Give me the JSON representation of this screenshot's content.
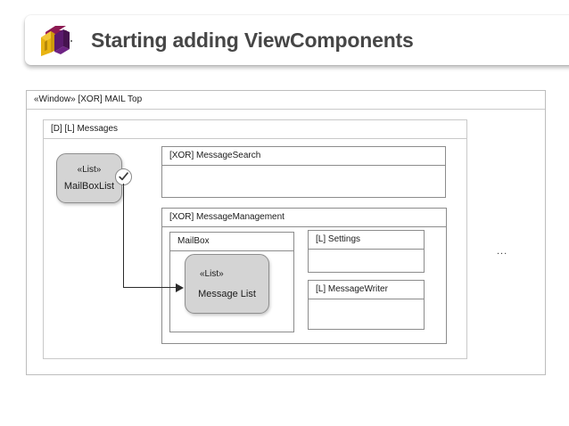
{
  "header": {
    "title": "Starting adding ViewComponents",
    "logo_name": "ml-logo",
    "logo_colors": {
      "gold": "#E8B413",
      "magenta": "#8C1A52",
      "purple": "#5B1A6E"
    },
    "background": "#FFFFFF"
  },
  "diagram": {
    "type": "ui-component-tree",
    "window": {
      "label": "«Window» [XOR] MAIL Top"
    },
    "messages_group": {
      "label": "[D] [L] Messages"
    },
    "mailboxlist_node": {
      "stereotype": "«List»",
      "name": "MailBoxList",
      "badge": "check-icon",
      "fill": "#D4D4D4"
    },
    "message_search": {
      "label": "[XOR] MessageSearch"
    },
    "message_management": {
      "label": "[XOR] MessageManagement"
    },
    "mailbox": {
      "label": "MailBox"
    },
    "message_list_node": {
      "stereotype": "«List»",
      "name": "Message List",
      "fill": "#D4D4D4"
    },
    "settings": {
      "label": "[L] Settings"
    },
    "message_writer": {
      "label": "[L] MessageWriter"
    },
    "overflow_marker": "...",
    "connector": {
      "from": "MailBoxList",
      "to": "Message List",
      "style": "orthogonal-arrow"
    }
  }
}
